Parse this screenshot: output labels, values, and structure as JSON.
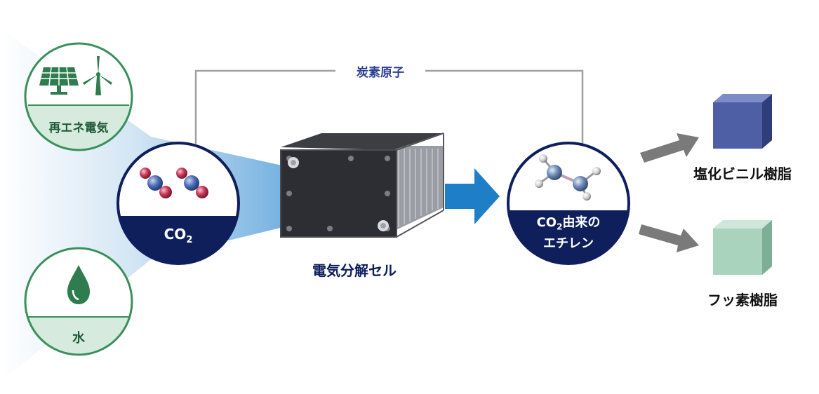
{
  "inputs": {
    "renewable_label": "再エネ電気",
    "water_label": "水"
  },
  "co2_label": {
    "main": "CO",
    "sub": "2"
  },
  "cell_label": "電気分解セル",
  "carbon_atom_label": "炭素原子",
  "ethylene_label": {
    "line1_main": "CO",
    "line1_sub": "2",
    "line1_rest": "由来の",
    "line2": "エチレン"
  },
  "products": {
    "pvc_label": "塩化ビニル樹脂",
    "fluoro_label": "フッ素樹脂"
  },
  "colors": {
    "green_ring": "#3a8f5a",
    "green_fill": "#d6ebde",
    "navy": "#0e1f5c",
    "blue_beam": "#4a9ad6",
    "arrow_blue": "#1f7fc6",
    "arrow_gray": "#7a7a7a",
    "carbon_line": "#a0a0a0",
    "pvc_cube": "#4f5fa5",
    "fluoro_cube": "#a9d3bd"
  }
}
